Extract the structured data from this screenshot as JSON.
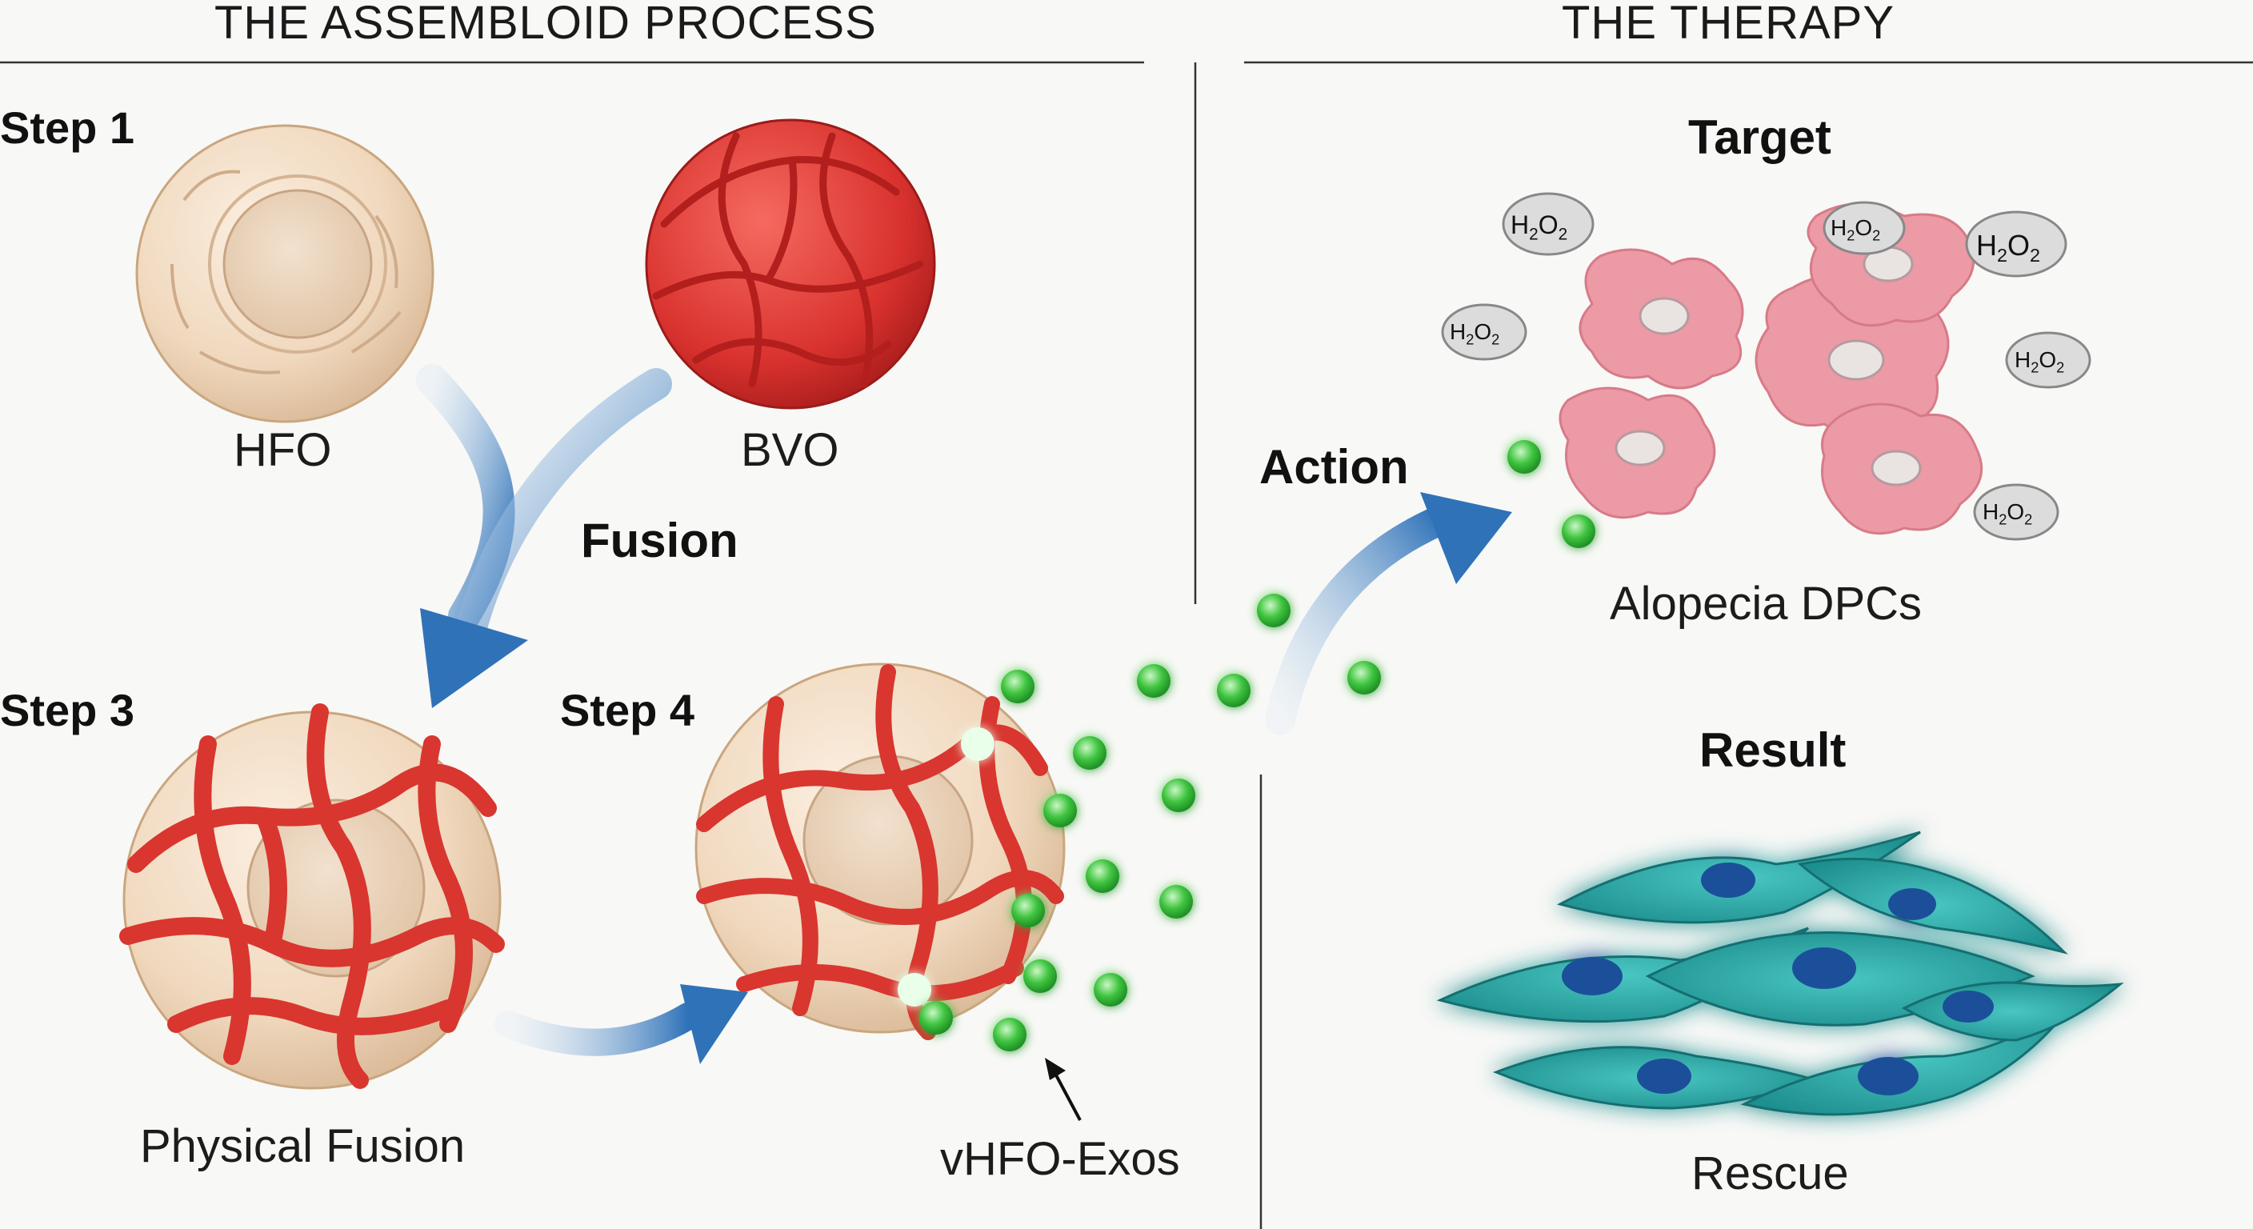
{
  "headers": {
    "left": "THE ASSEMBLOID PROCESS",
    "right": "THE THERAPY"
  },
  "steps": {
    "step1": "Step 1",
    "step3": "Step 3",
    "step4": "Step 4"
  },
  "organoids": {
    "hfo": "HFO",
    "bvo": "BVO",
    "fusion_label": "Fusion",
    "assembloid": "Physical Fusion",
    "exosomes": "vHFO-Exos"
  },
  "therapy": {
    "action": "Action",
    "target": "Target",
    "target_cells": "Alopecia DPCs",
    "result": "Result",
    "rescue": "Rescue",
    "ros_label": "H2O2"
  },
  "colors": {
    "hfo_fill": "#f0d8bd",
    "bvo_red": "#d9322e",
    "vessel_red": "#d8362f",
    "arrow_blue": "#2f72b8",
    "exosome_green": "#3fc43f",
    "damaged_cell_pink": "#ec9aa5",
    "healthy_cell_teal": "#2aa8a6",
    "nucleus_blue": "#1c4f9a"
  }
}
